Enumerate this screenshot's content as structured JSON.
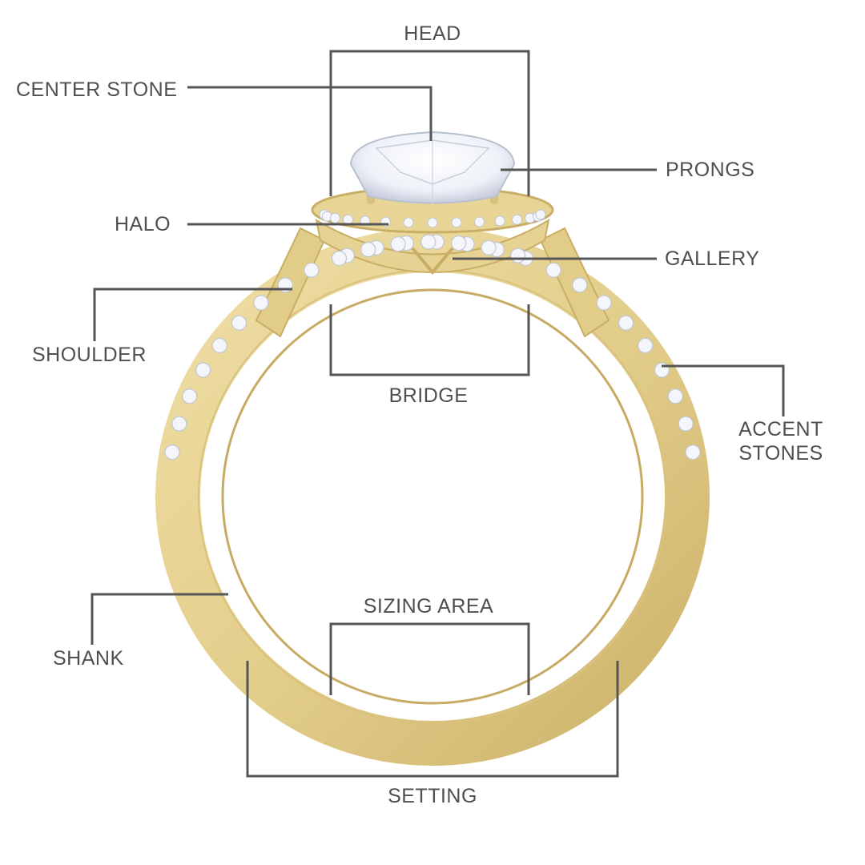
{
  "diagram": {
    "colors": {
      "background": "#ffffff",
      "label_text": "#4f4f4f",
      "leader_lines": "#555555",
      "gold": "#e3cf8c",
      "gold_dark": "#c8ad62",
      "diamond": "#f4f6fb"
    },
    "labels": {
      "head": "HEAD",
      "center_stone": "CENTER STONE",
      "prongs": "PRONGS",
      "halo": "HALO",
      "gallery": "GALLERY",
      "shoulder": "SHOULDER",
      "bridge": "BRIDGE",
      "accent_stones_line1": "ACCENT",
      "accent_stones_line2": "STONES",
      "shank": "SHANK",
      "sizing_area": "SIZING AREA",
      "setting": "SETTING"
    }
  }
}
